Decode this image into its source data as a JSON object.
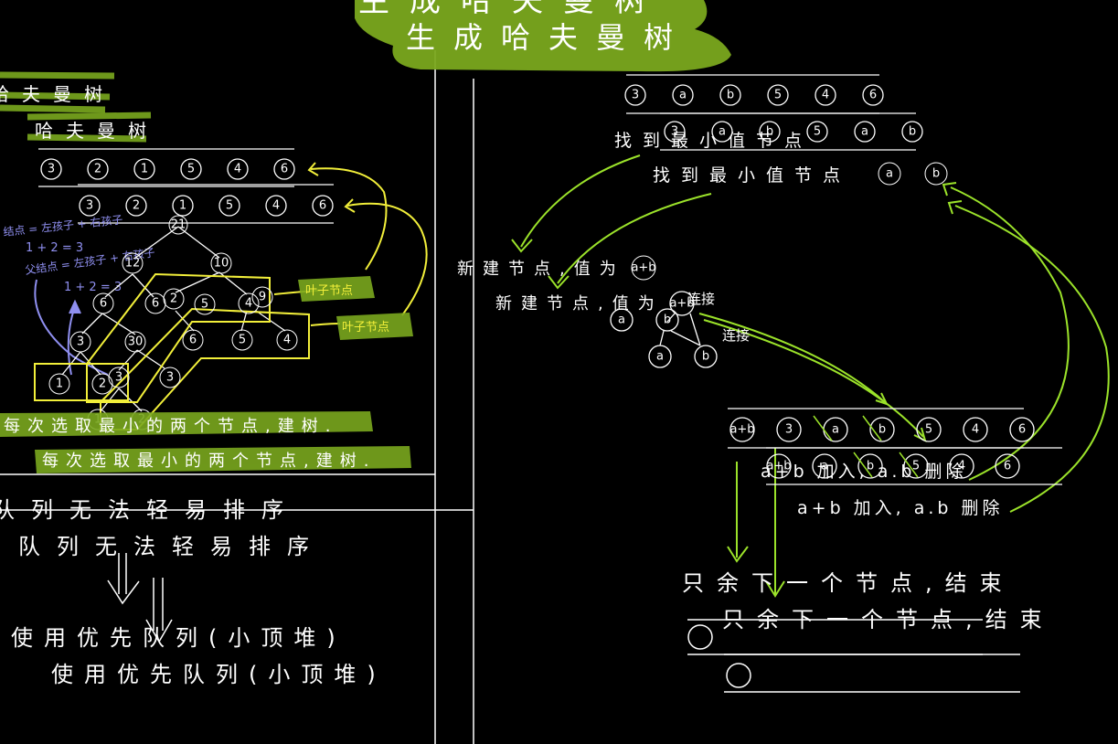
{
  "title": {
    "top": "生成哈夫曼树",
    "main": "生成哈夫曼树"
  },
  "left": {
    "heading1": "哈夫曼树",
    "heading2": "哈夫曼树",
    "row1": [
      "3",
      "2",
      "1",
      "5",
      "4",
      "6"
    ],
    "row2": [
      "3",
      "2",
      "1",
      "5",
      "4",
      "6"
    ],
    "note_formula_1": "结点 = 左孩子 + 右孩子",
    "note_formula_2": "1 + 2 = 3",
    "note_formula_3": "父结点 = 左孩子 + 右孩子",
    "note_formula_4": "1 + 2 = 3",
    "leaf_label_1": "叶子节点",
    "leaf_label_2": "叶子节点",
    "tree_nodes": {
      "n21": "21",
      "n12": "12",
      "n10": "10",
      "n6a": "6",
      "n6b": "6",
      "n3": "3",
      "n3b": "3",
      "n3c": "3",
      "n2": "2",
      "n1": "1",
      "n5": "5",
      "n4": "4",
      "n6c": "6",
      "n5b": "5",
      "n4b": "4",
      "n9": "9",
      "n30": "30",
      "n2b": "2",
      "n3d": "3",
      "n2c": "2",
      "n1b": "1",
      "n2d": "2"
    },
    "rule_1": "每次选取最小的两个节点,建树.",
    "rule_2": "每次选取最小的两个节点,建树.",
    "problem_1": "队列无法轻易排序",
    "problem_2": "队列无法轻易排序",
    "solution_1": "使用优先队列(小顶堆)",
    "solution_2": "使用优先队列(小顶堆)"
  },
  "right": {
    "row_top": [
      "3",
      "a",
      "b",
      "5",
      "4",
      "6"
    ],
    "row_top_ghost": [
      "3",
      "a",
      "b",
      "5",
      "a",
      "b"
    ],
    "find_min_1": "找到最小值节点",
    "find_min_2": "找到最小值节点",
    "find_a": "a",
    "find_b": "b",
    "new_node_1": "新建节点,值为",
    "new_node_2": "新建节点,值为",
    "new_node_value": "a+b",
    "connect_1": "连接",
    "connect_2": "连接",
    "child_a": "a",
    "child_b": "b",
    "row_after": [
      "a+b",
      "3",
      "a",
      "b",
      "5",
      "4",
      "6"
    ],
    "row_after_ghost": [
      "a+b",
      "a",
      "b",
      "5",
      "4",
      "6"
    ],
    "add_delete_1": "a+b 加入, a.b 删除",
    "add_delete_2": "a+b 加入, a.b 删除",
    "end_1": "只余下一个节点,结束",
    "end_2": "只余下一个节点,结束"
  },
  "colors": {
    "chalk": "#ffffff",
    "highlight_green": "#7aa81e",
    "arrow_green": "#9be22a",
    "annotation_yellow": "#f2ef3a",
    "annotation_blue": "#8f8ff0",
    "board": "#000000"
  }
}
